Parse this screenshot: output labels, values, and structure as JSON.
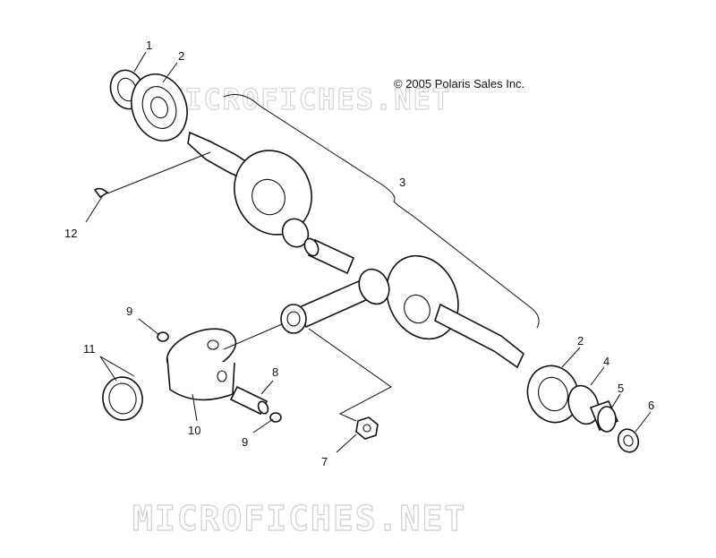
{
  "copyright": "© 2005 Polaris Sales Inc.",
  "watermark": "MICROFICHES.NET",
  "callouts": [
    "1",
    "2",
    "3",
    "12",
    "9",
    "11",
    "10",
    "8",
    "9",
    "7",
    "2",
    "4",
    "5",
    "6"
  ],
  "colors": {
    "line": "#111111",
    "watermark": "#cfcfcf",
    "background": "#ffffff"
  }
}
